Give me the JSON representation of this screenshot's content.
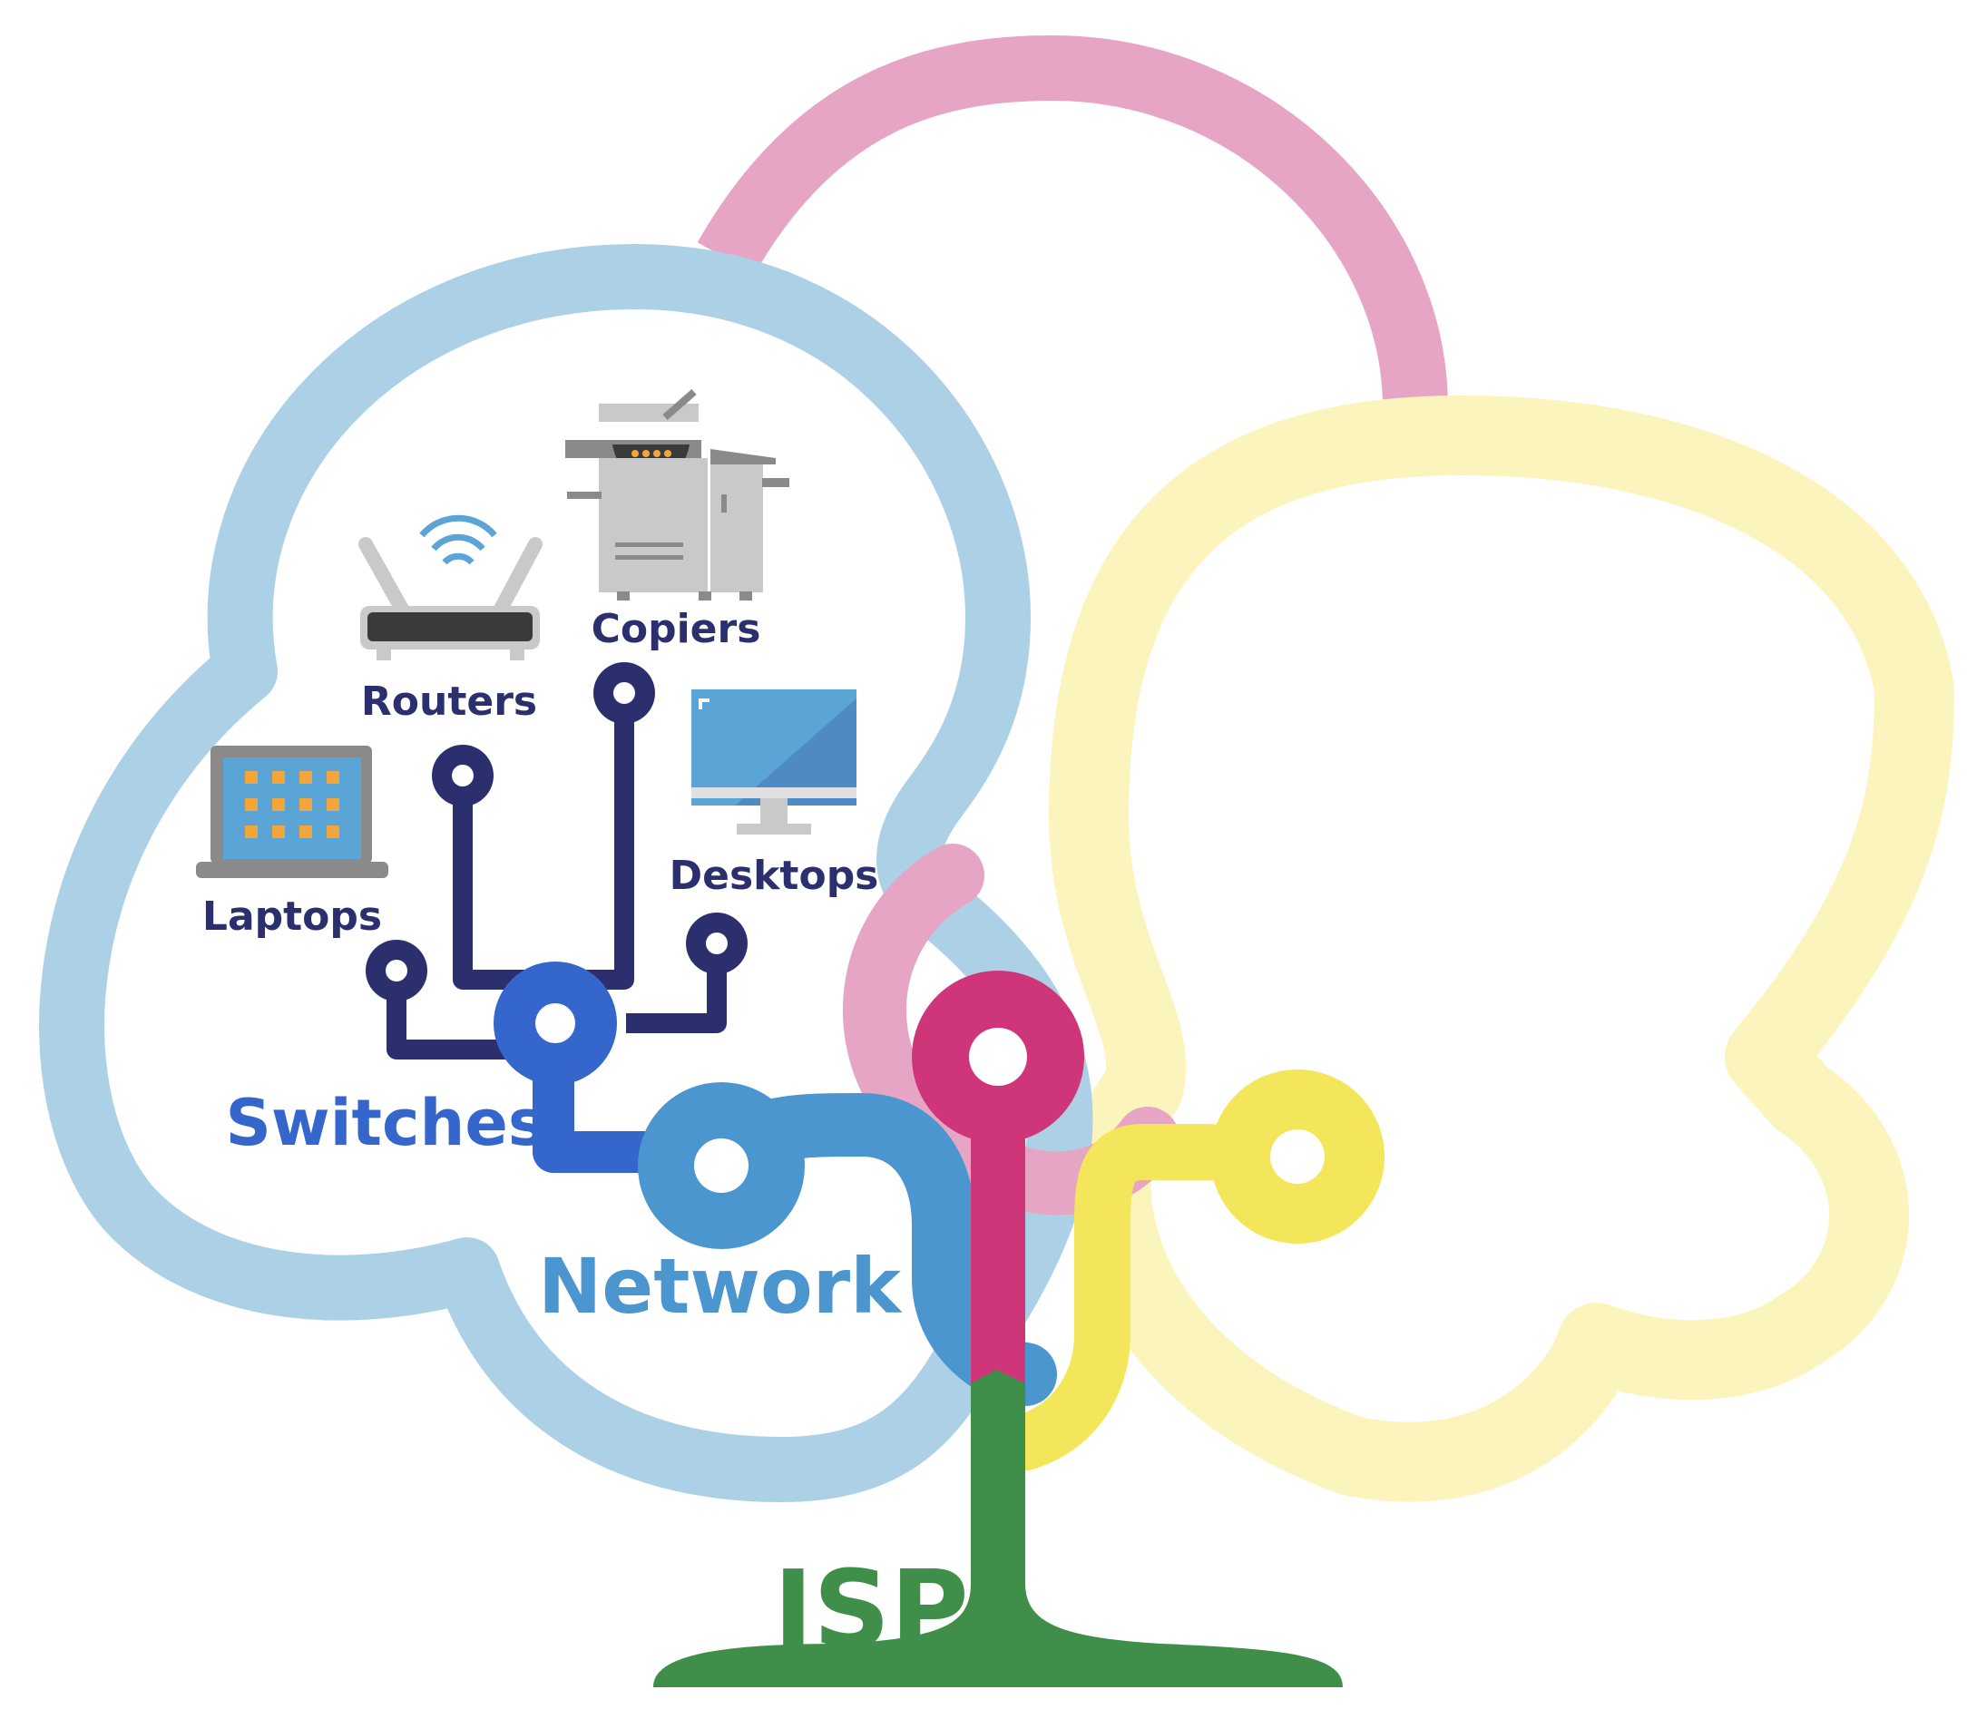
{
  "labels": {
    "copiers": "Copiers",
    "routers": "Routers",
    "laptops": "Laptops",
    "desktops": "Desktops",
    "switches": "Switches",
    "network": "Network",
    "isp": "ISP"
  },
  "colors": {
    "cloud_blue": "#acd1e7",
    "cloud_pink": "#e6a5c4",
    "cloud_yellow": "#fcf4bd",
    "device_lines": "#2b2f6e",
    "switches": "#3566cc",
    "network": "#4b96cf",
    "magenta": "#cf3579",
    "yellow": "#f4e65a",
    "isp_green": "#3f8f4a"
  },
  "icons": [
    "copier-icon",
    "router-icon",
    "laptop-icon",
    "desktop-icon"
  ]
}
